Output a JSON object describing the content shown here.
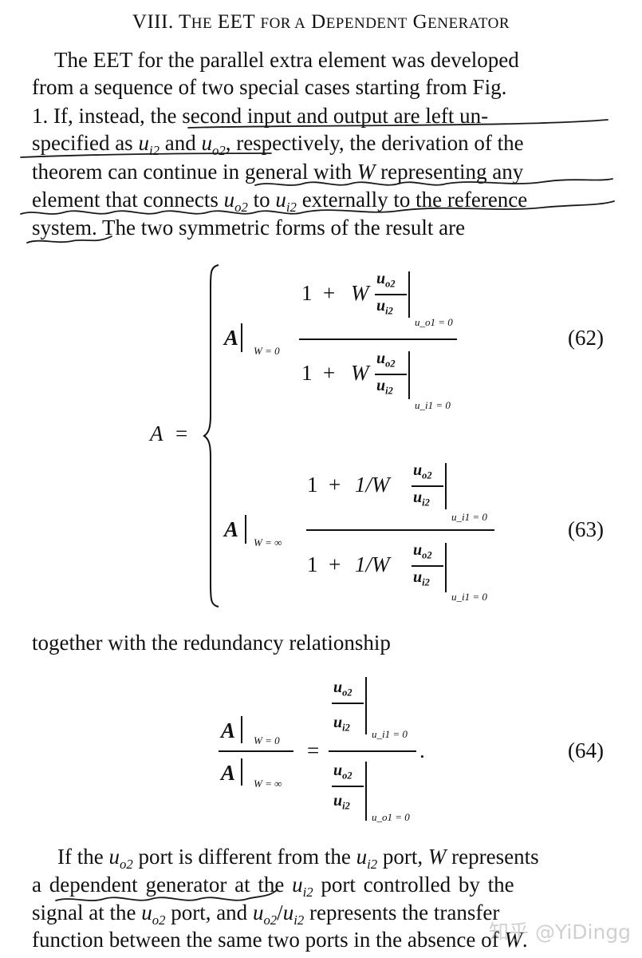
{
  "section": {
    "number": "VIII.",
    "title_parts": [
      "T",
      "HE",
      " EET ",
      "FOR A",
      " D",
      "EPENDENT",
      " G",
      "ENERATOR"
    ]
  },
  "paragraph1": {
    "lines": [
      "The EET for the parallel extra element was developed",
      "from a sequence of two special cases starting from Fig.",
      "1. If, instead, the second input and output are left un-",
      "specified as u_i2 and u_o2, respectively, the derivation of the",
      "theorem can continue in general with W representing any",
      "element that connects u_o2 to u_i2 externally to the reference",
      "system. The two symmetric forms of the result are"
    ],
    "l3_a": "1. If, instead, ",
    "l3_b": "the second input and output are left un-",
    "l4_a": "specified as ",
    "l4_u": "u",
    "l4_sub1": "i2",
    "l4_and": " and ",
    "l4_sub2": "o2",
    "l4_c": ", respectively, the derivation of the",
    "l5_a": "theorem can continue in general with ",
    "l5_w": "W",
    "l5_b": " representing any",
    "l6_a": "element that connects ",
    "l6_sub1": "o2",
    "l6_to": " to ",
    "l6_sub2": "i2",
    "l6_b": " externally to the reference",
    "l7": "system. The two symmetric forms of the result are"
  },
  "equations": {
    "lhs": "A",
    "equals": "=",
    "eq62": {
      "label": "(62)",
      "prefix": "A",
      "prefix_cond": "W = 0",
      "num": {
        "one": "1",
        "plus": "+",
        "coef": "W",
        "frac_num": "u_o2",
        "frac_den": "u_i2",
        "cond": "u_o1 = 0"
      },
      "den": {
        "one": "1",
        "plus": "+",
        "coef": "W",
        "frac_num": "u_o2",
        "frac_den": "u_i2",
        "cond": "u_i1 = 0"
      }
    },
    "eq63": {
      "label": "(63)",
      "prefix": "A",
      "prefix_cond": "W = ∞",
      "num": {
        "one": "1",
        "plus": "+",
        "coef": "1/W",
        "frac_num": "u_o2",
        "frac_den": "u_i2",
        "cond": "u_i1 = 0"
      },
      "den": {
        "one": "1",
        "plus": "+",
        "coef": "1/W",
        "frac_num": "u_o2",
        "frac_den": "u_i2",
        "cond": "u_i1 = 0"
      }
    },
    "eq64": {
      "label": "(64)",
      "lhs_num": "A",
      "lhs_num_cond": "W = 0",
      "lhs_den": "A",
      "lhs_den_cond": "W = ∞",
      "rhs_num": {
        "frac_num": "u_o2",
        "frac_den": "u_i2",
        "cond": "u_i1 = 0"
      },
      "rhs_den": {
        "frac_num": "u_o2",
        "frac_den": "u_i2",
        "cond": "u_o1 = 0"
      },
      "period": "."
    }
  },
  "redundancy_text": "together with the redundancy relationship",
  "paragraph2": {
    "l1_a": "If the ",
    "l1_b": " port is different from the ",
    "l1_c": " port, ",
    "l1_w": "W",
    "l1_d": " represents",
    "l2_a": "a ",
    "l2_b": "dependent generator",
    "l2_c": " at the ",
    "l2_d": " port controlled by the",
    "l3_a": "signal at the ",
    "l3_b": " port, and ",
    "l3_c": " represents the transfer",
    "l4_a": "function between the same two ports in the absence of ",
    "l4_w": "W",
    "l4_b": ".",
    "u": "u",
    "o2": "o2",
    "i2": "i2",
    "slash": "/"
  },
  "watermark": "知乎 @YiDingg",
  "annotation_color": "#1a1a1a"
}
